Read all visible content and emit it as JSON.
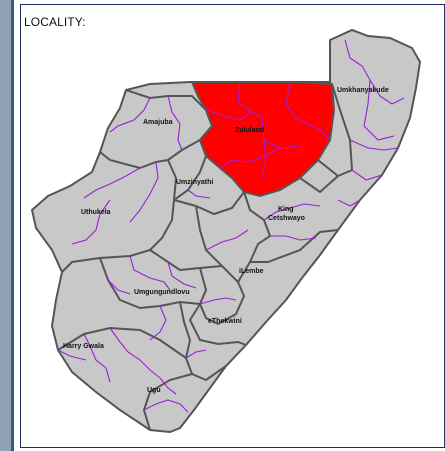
{
  "locality_label": "LOCALITY:",
  "highlight_color": "#ff0000",
  "region_fill": "#c8c8c8",
  "district_border_color": "#555555",
  "municipal_border_color": "#9a20d6",
  "highlighted_district": "Zululand",
  "districts": [
    {
      "key": "umkhanyakude",
      "label": "Umkhanyakude"
    },
    {
      "key": "amajuba",
      "label": "Amajuba"
    },
    {
      "key": "zululand",
      "label": "Zululand"
    },
    {
      "key": "umzinyathi",
      "label": "Umzinyathi"
    },
    {
      "key": "uthukela",
      "label": "Uthukela"
    },
    {
      "key": "king_cetshwayo_1",
      "label": "King"
    },
    {
      "key": "king_cetshwayo_2",
      "label": "Cetshwayo"
    },
    {
      "key": "ilembe",
      "label": "iLembe"
    },
    {
      "key": "umgungundlovu",
      "label": "Umgungundlovu"
    },
    {
      "key": "ethekwini",
      "label": "eThekwini"
    },
    {
      "key": "harry_gwala",
      "label": "Harry Gwala"
    },
    {
      "key": "ugu",
      "label": "Ugu"
    }
  ]
}
